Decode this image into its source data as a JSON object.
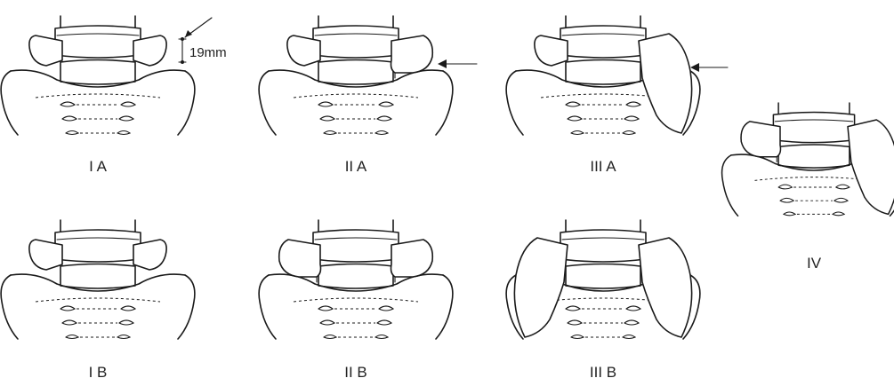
{
  "panels": [
    {
      "id": "IA",
      "label": "I A"
    },
    {
      "id": "IIA",
      "label": "II A"
    },
    {
      "id": "IIIA",
      "label": "III A"
    },
    {
      "id": "IB",
      "label": "I B"
    },
    {
      "id": "IIB",
      "label": "II B"
    },
    {
      "id": "IIIB",
      "label": "III B"
    },
    {
      "id": "IV",
      "label": "IV"
    }
  ],
  "measurement": {
    "label": "19mm"
  }
}
